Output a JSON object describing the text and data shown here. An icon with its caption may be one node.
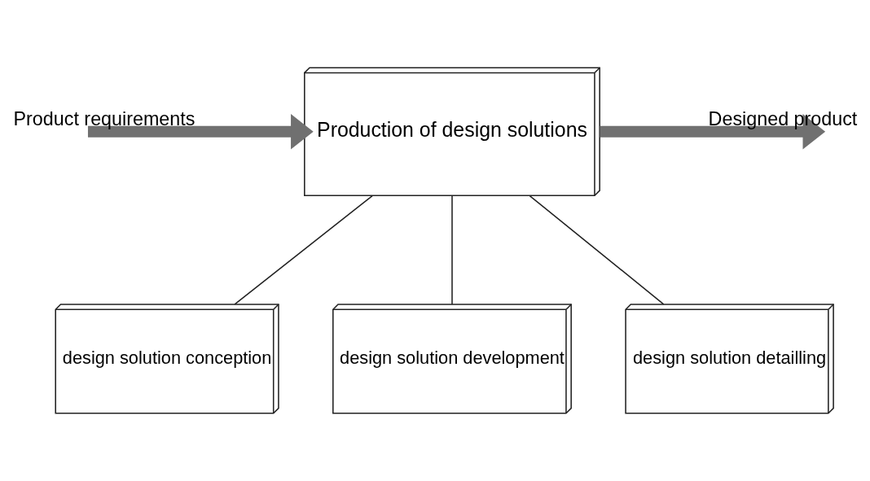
{
  "diagram": {
    "nodes": [
      {
        "text": [
          "Production of design solutions"
        ]
      },
      {
        "text": [
          "design solution conception"
        ]
      },
      {
        "text": [
          "design solution development"
        ]
      },
      {
        "text": [
          "design solution detailling"
        ]
      }
    ],
    "edges": [
      {
        "from": null,
        "to": 0,
        "arrow": "to",
        "label": "Product requirements",
        "style": "thick",
        "color": "#707070"
      },
      {
        "from": 0,
        "to": null,
        "arrow": "to",
        "label": "Designed product",
        "style": "thick",
        "color": "#707070"
      },
      {
        "from": 0,
        "to": 1,
        "arrow": "none"
      },
      {
        "from": 0,
        "to": 2,
        "arrow": "none"
      },
      {
        "from": 0,
        "to": 3,
        "arrow": "none"
      }
    ]
  }
}
